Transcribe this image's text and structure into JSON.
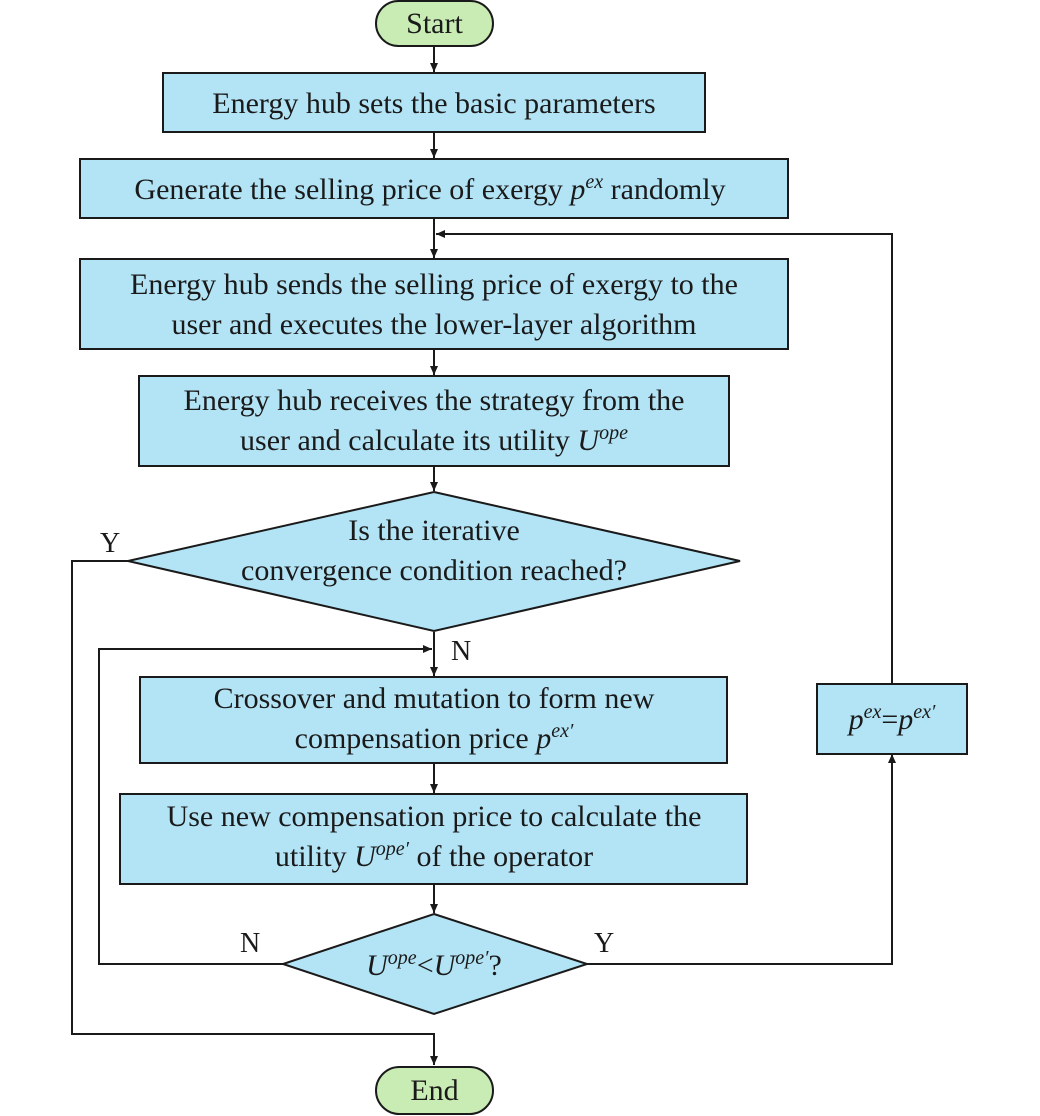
{
  "colors": {
    "process_fill": "#b3e4f6",
    "terminal_fill": "#c9ecb4",
    "stroke": "#1a1a1a"
  },
  "nodes": {
    "start": "Start",
    "set_params": "Energy hub sets the basic parameters",
    "generate_price": {
      "before": "Generate the selling price of exergy ",
      "var": "p",
      "sup": "ex",
      "after": " randomly"
    },
    "send_price": {
      "line1": "Energy hub sends the selling price of exergy to the",
      "line2": "user and executes the lower-layer algorithm"
    },
    "receive_strategy": {
      "line1": "Energy hub receives the strategy from the",
      "line2_before": "user and calculate its utility ",
      "var": "U",
      "sup": "ope"
    },
    "convergence_check": {
      "line1": "Is the iterative",
      "line2": "convergence condition reached?"
    },
    "crossover": {
      "line1": "Crossover and mutation to form new",
      "line2_before": "compensation price ",
      "var": "p",
      "sup": "ex′"
    },
    "new_utility": {
      "line1": "Use new compensation price to calculate the",
      "line2_before": "utility ",
      "var": "U",
      "sup": "ope′",
      "line2_after": " of the operator"
    },
    "compare": {
      "var1": "U",
      "sup1": "ope",
      "op": "<",
      "var2": "U",
      "sup2": "ope′",
      "after": "?"
    },
    "update_price": {
      "var1": "p",
      "sup1": "ex",
      "op": "=",
      "var2": "p",
      "sup2": "ex′"
    },
    "end": "End"
  },
  "edge_labels": {
    "convergence_yes": "Y",
    "convergence_no": "N",
    "compare_no": "N",
    "compare_yes": "Y"
  }
}
